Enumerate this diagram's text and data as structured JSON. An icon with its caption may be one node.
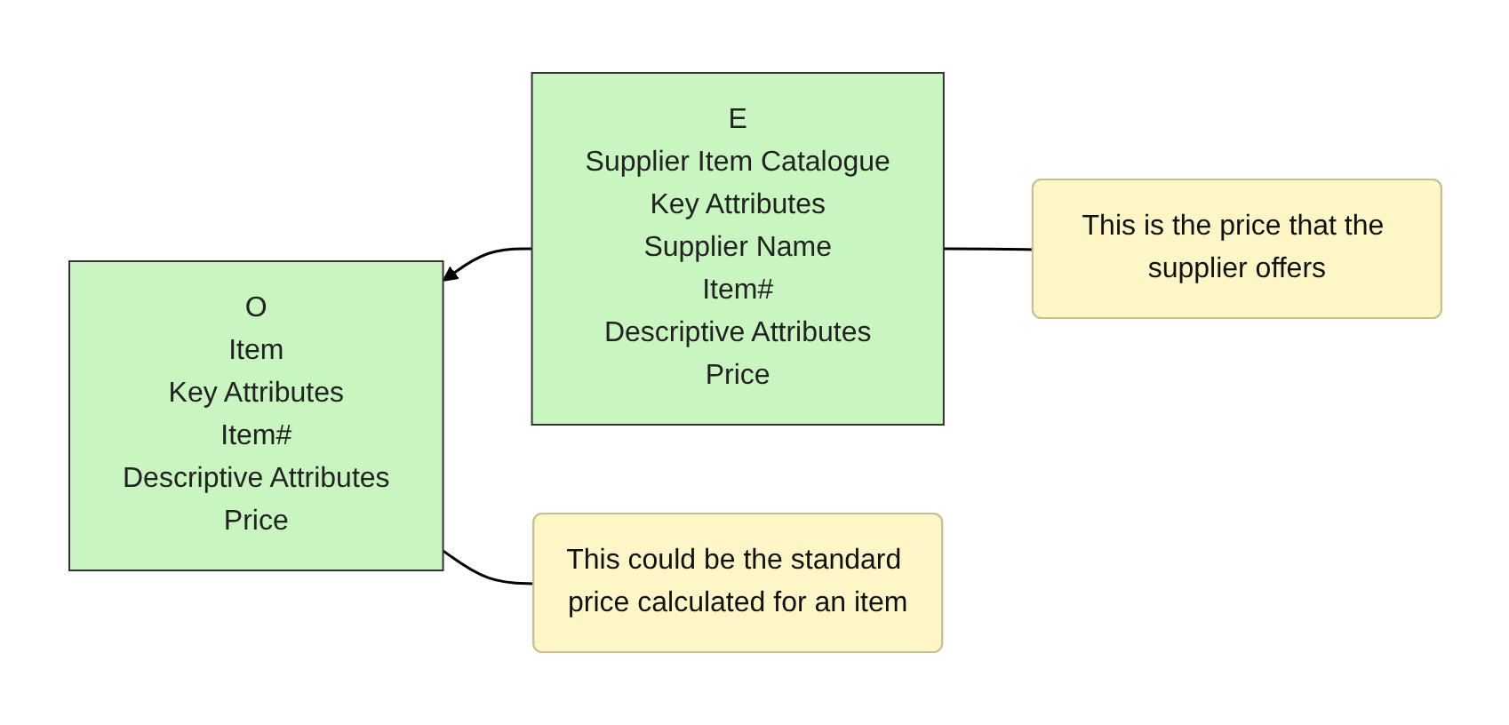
{
  "diagram": {
    "nodes": [
      {
        "text": [
          "O",
          "Item",
          "Key Attributes",
          "Item#",
          "Descriptive Attributes",
          "Price"
        ]
      },
      {
        "text": [
          "E",
          "Supplier Item Catalogue",
          "Key Attributes",
          "Supplier Name",
          "Item#",
          "Descriptive Attributes",
          "Price"
        ]
      },
      {
        "text": [
          "This could be the standard price calculated for an item"
        ]
      },
      {
        "text": [
          "This is the price that the supplier offers"
        ]
      }
    ],
    "edges": [
      {
        "from": 1,
        "to": 0,
        "arrow": "to"
      },
      {
        "from": 2,
        "to": 0,
        "arrow": "none"
      },
      {
        "from": 3,
        "to": 1,
        "arrow": "none"
      }
    ]
  }
}
